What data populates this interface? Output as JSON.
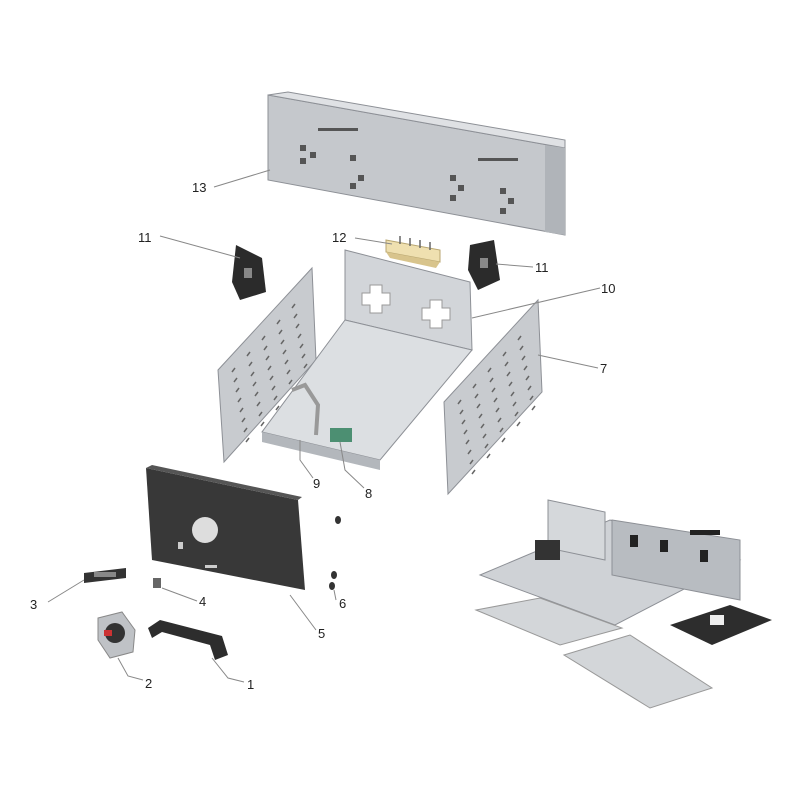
{
  "diagram": {
    "type": "exploded-parts-view",
    "callouts": [
      {
        "number": "1"
      },
      {
        "number": "2"
      },
      {
        "number": "3"
      },
      {
        "number": "4"
      },
      {
        "number": "5"
      },
      {
        "number": "6"
      },
      {
        "number": "7"
      },
      {
        "number": "8"
      },
      {
        "number": "9"
      },
      {
        "number": "10"
      },
      {
        "number": "11"
      },
      {
        "number": "11"
      },
      {
        "number": "12"
      },
      {
        "number": "13"
      }
    ]
  },
  "colors": {
    "metal": "#c9ccd0",
    "metal_dark": "#9ea2a8",
    "panel": "#3a3a3a",
    "connector": "#e8d7a6",
    "leader": "#888888"
  }
}
